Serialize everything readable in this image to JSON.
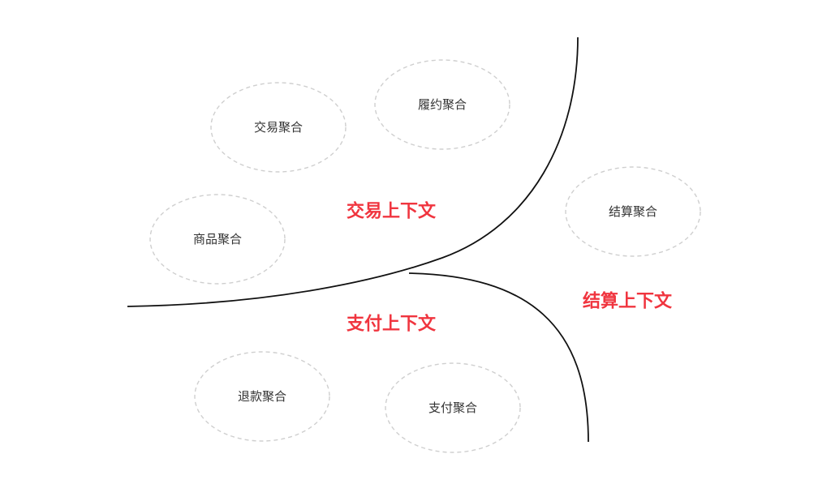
{
  "contexts": {
    "trade": "交易上下文",
    "payment": "支付上下文",
    "settlement": "结算上下文"
  },
  "aggregates": {
    "trade": "交易聚合",
    "fulfillment": "履约聚合",
    "product": "商品聚合",
    "settlement": "结算聚合",
    "refund": "退款聚合",
    "payment": "支付聚合"
  },
  "colors": {
    "context_label": "#f0353f",
    "boundary_line": "#111111",
    "aggregate_border": "#cfcfcf",
    "aggregate_text": "#333333"
  }
}
